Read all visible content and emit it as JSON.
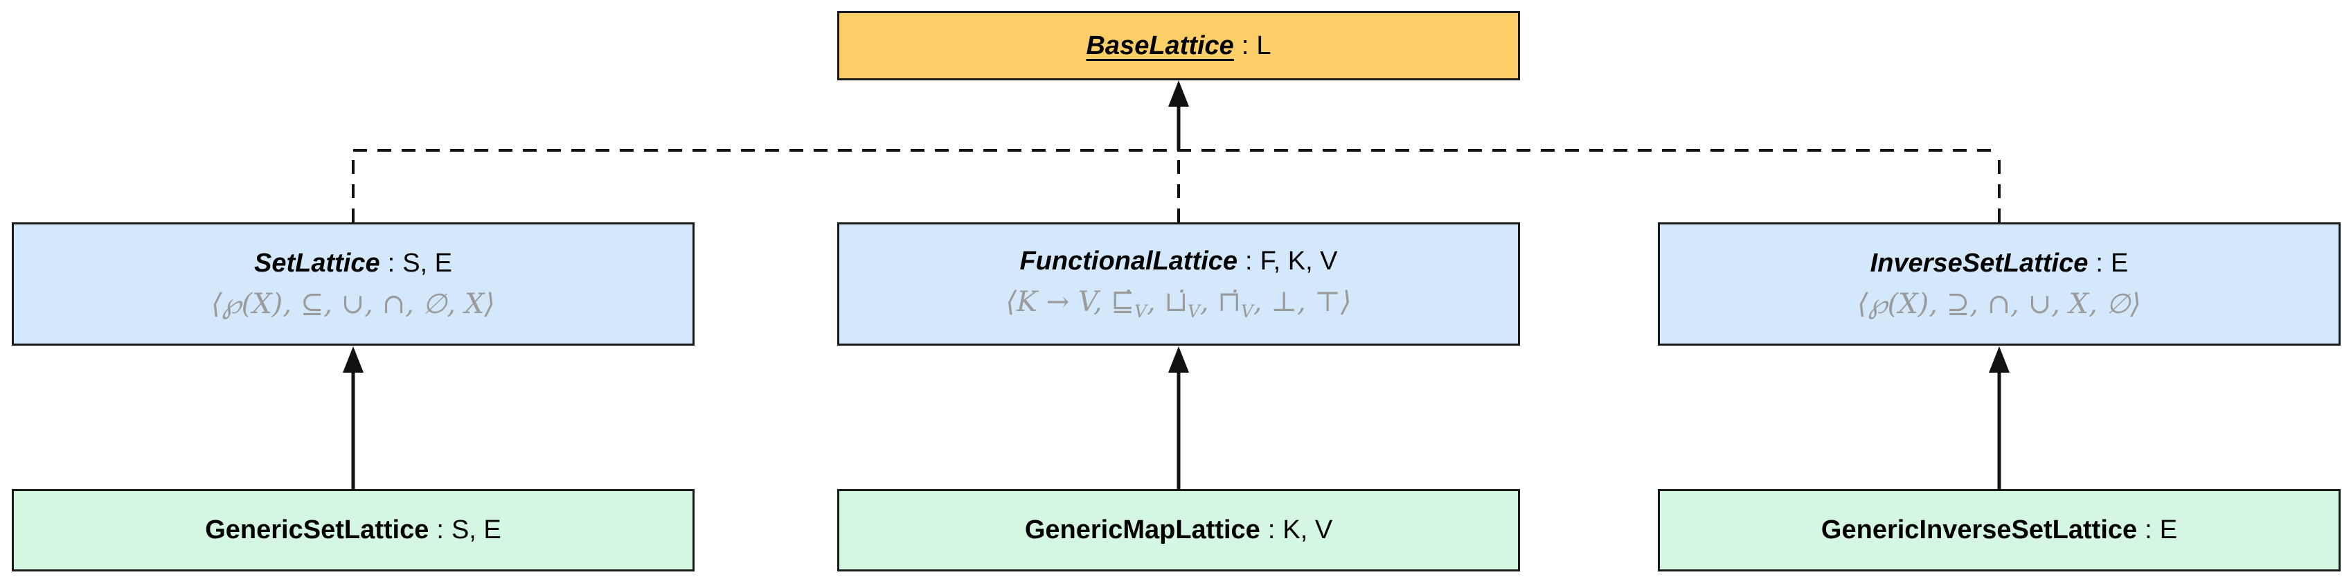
{
  "diagram": {
    "sep": ":",
    "colors": {
      "base_fill": "#fbce67",
      "middle_fill": "#d3e9fb",
      "bottom_fill": "#d5f6e1",
      "border": "#1a1a1a",
      "math_text": "#9b9b9b",
      "line": "#111111"
    },
    "base": {
      "name": "BaseLattice",
      "params": "L"
    },
    "middle": [
      {
        "name": "SetLattice",
        "params": "S, E",
        "math": "⟨℘(X), ⊆, ∪, ∩, ∅, X⟩"
      },
      {
        "name": "FunctionalLattice",
        "params": "F, K, V",
        "math": "⟨K → V, ⊑̇_{V}, ⊔̇_{V}, ⊓̇_{V}, ⊥, ⊤⟩"
      },
      {
        "name": "InverseSetLattice",
        "params": "E",
        "math": "⟨℘(X), ⊇, ∩, ∪, X, ∅⟩"
      }
    ],
    "bottom": [
      {
        "name": "GenericSetLattice",
        "params": "S, E"
      },
      {
        "name": "GenericMapLattice",
        "params": "K, V"
      },
      {
        "name": "GenericInverseSetLattice",
        "params": "E"
      }
    ]
  }
}
